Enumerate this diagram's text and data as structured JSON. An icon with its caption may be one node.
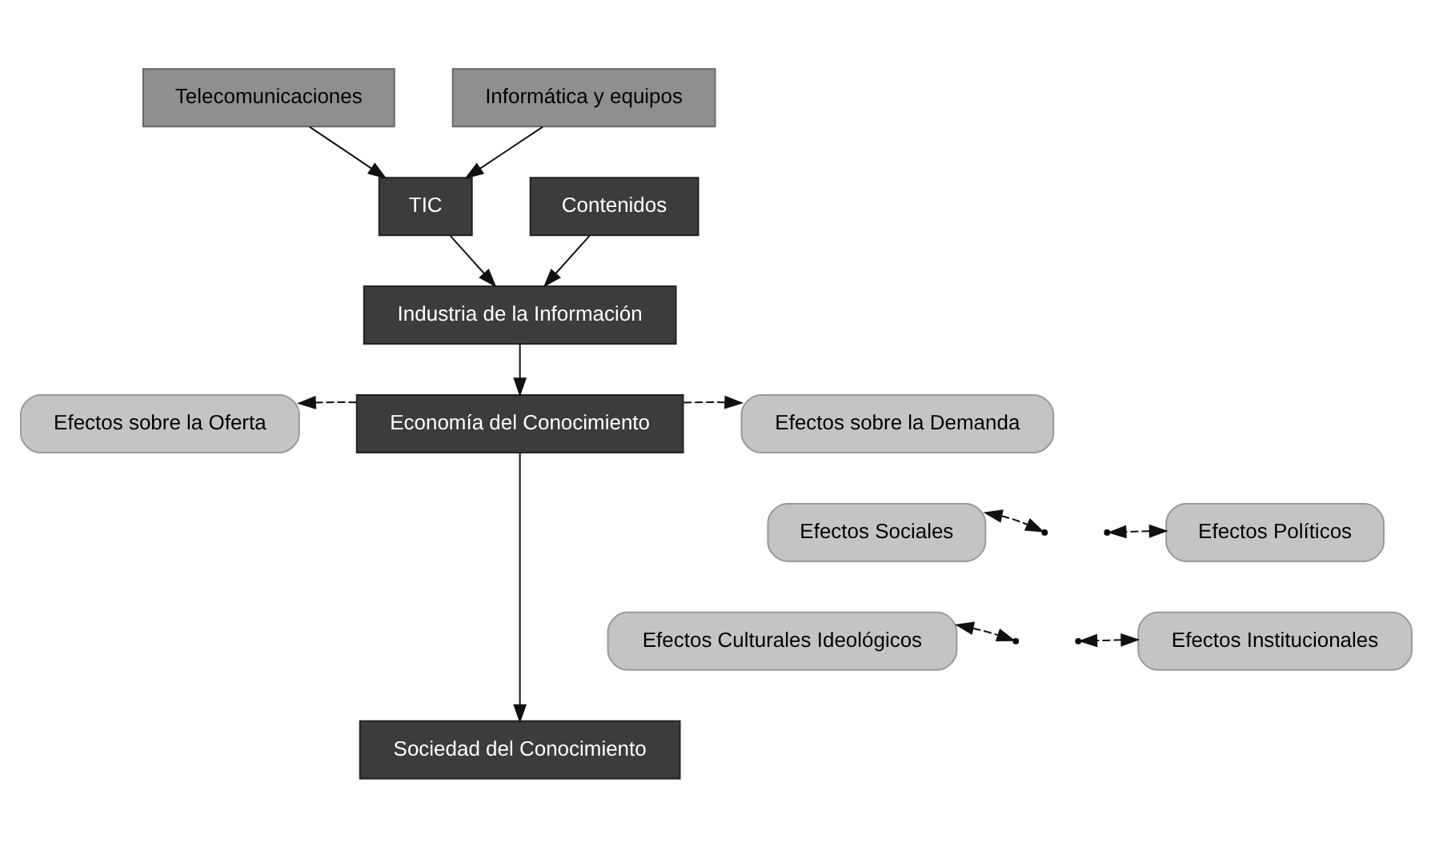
{
  "diagram": {
    "nodes": [
      {
        "text": [
          "Telecomunicaciones"
        ]
      },
      {
        "text": [
          "Informática y equipos"
        ]
      },
      {
        "text": [
          "TIC"
        ]
      },
      {
        "text": [
          "Contenidos"
        ]
      },
      {
        "text": [
          "Industria de la Información"
        ]
      },
      {
        "text": [
          "Efectos sobre la Oferta"
        ]
      },
      {
        "text": [
          "Economía del Conocimiento"
        ]
      },
      {
        "text": [
          "Efectos sobre la Demanda"
        ]
      },
      {
        "text": [
          "Efectos Sociales"
        ]
      },
      {
        "text": [
          "Efectos Políticos"
        ]
      },
      {
        "text": [
          "Efectos Culturales Ideológicos"
        ]
      },
      {
        "text": [
          "Efectos Institucionales"
        ]
      },
      {
        "text": [
          "Sociedad del Conocimiento"
        ]
      }
    ],
    "edges": [
      {
        "from": 0,
        "to": 2,
        "arrow": "to"
      },
      {
        "from": 1,
        "to": 2,
        "arrow": "to"
      },
      {
        "from": 2,
        "to": 4,
        "arrow": "to"
      },
      {
        "from": 3,
        "to": 4,
        "arrow": "to"
      },
      {
        "from": 4,
        "to": 6,
        "arrow": "to"
      },
      {
        "from": 6,
        "to": 5,
        "arrow": "to",
        "style": "dashed"
      },
      {
        "from": 6,
        "to": 7,
        "arrow": "to",
        "style": "dashed"
      },
      {
        "from": 6,
        "to": 12,
        "arrow": "to"
      },
      {
        "from": 8,
        "to": null,
        "arrow": "both",
        "style": "dashed"
      },
      {
        "from": 9,
        "to": null,
        "arrow": "both",
        "style": "dashed"
      },
      {
        "from": 10,
        "to": null,
        "arrow": "both",
        "style": "dashed"
      },
      {
        "from": 11,
        "to": null,
        "arrow": "both",
        "style": "dashed"
      }
    ]
  }
}
